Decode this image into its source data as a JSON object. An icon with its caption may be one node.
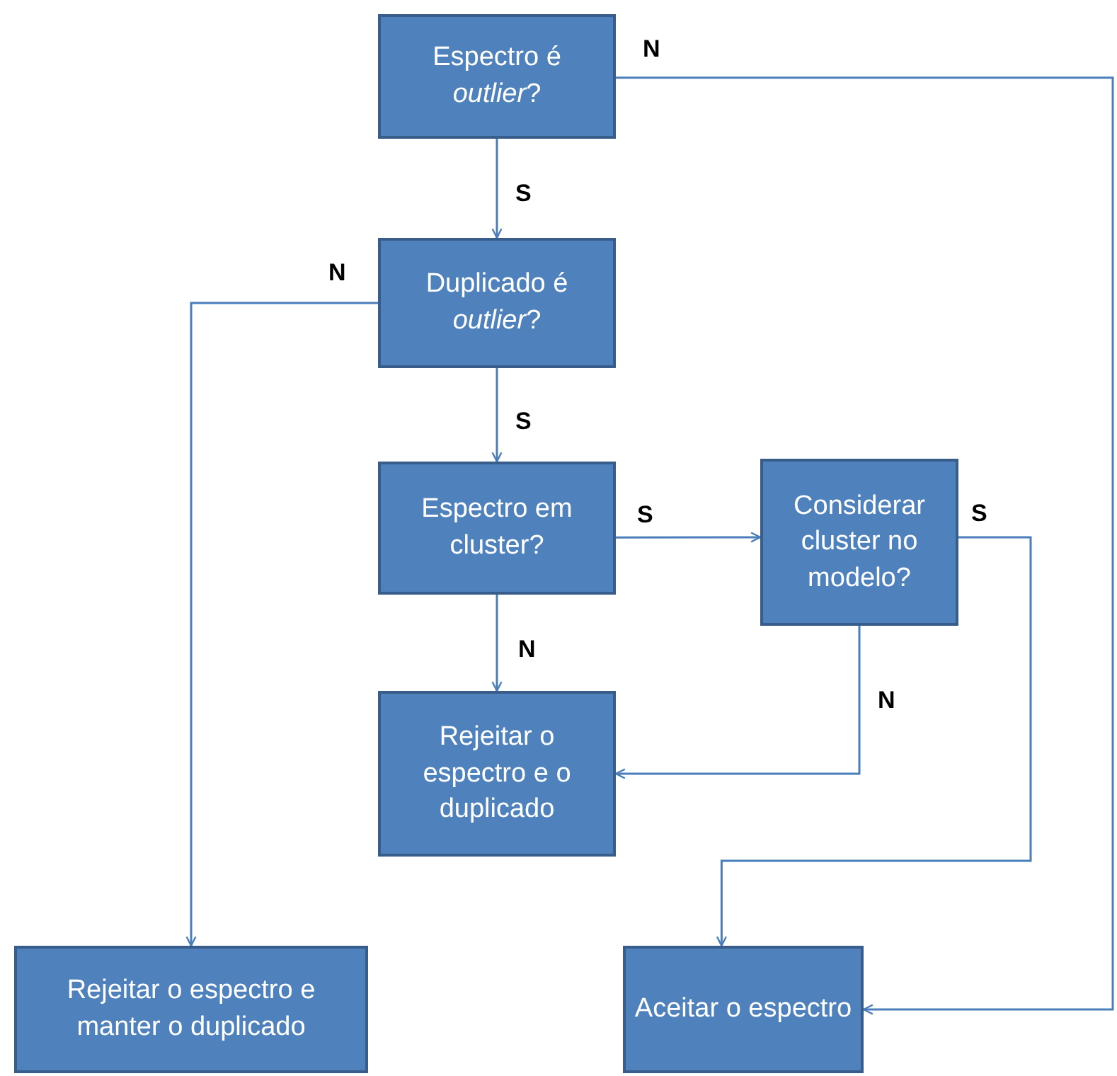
{
  "diagram": {
    "nodes": [
      {
        "text": [
          "Espectro é *outlier*?"
        ]
      },
      {
        "text": [
          "Duplicado é *outlier*?"
        ]
      },
      {
        "text": [
          "Espectro em cluster?"
        ]
      },
      {
        "text": [
          "Considerar cluster no modelo?"
        ]
      },
      {
        "text": [
          "Rejeitar o espectro e o duplicado"
        ]
      },
      {
        "text": [
          "Rejeitar o espectro e manter o duplicado"
        ]
      },
      {
        "text": [
          "Aceitar o espectro"
        ]
      }
    ],
    "edges": [
      {
        "from": 0,
        "to": 6,
        "arrow": "to",
        "label": "N"
      },
      {
        "from": 0,
        "to": 1,
        "arrow": "to",
        "label": "S"
      },
      {
        "from": 1,
        "to": 5,
        "arrow": "to",
        "label": "N"
      },
      {
        "from": 1,
        "to": 2,
        "arrow": "to",
        "label": "S"
      },
      {
        "from": 2,
        "to": 3,
        "arrow": "to",
        "label": "S"
      },
      {
        "from": 2,
        "to": 4,
        "arrow": "to",
        "label": "N"
      },
      {
        "from": 3,
        "to": 4,
        "arrow": "to",
        "label": "N"
      },
      {
        "from": 3,
        "to": 6,
        "arrow": "to",
        "label": "S"
      }
    ]
  }
}
